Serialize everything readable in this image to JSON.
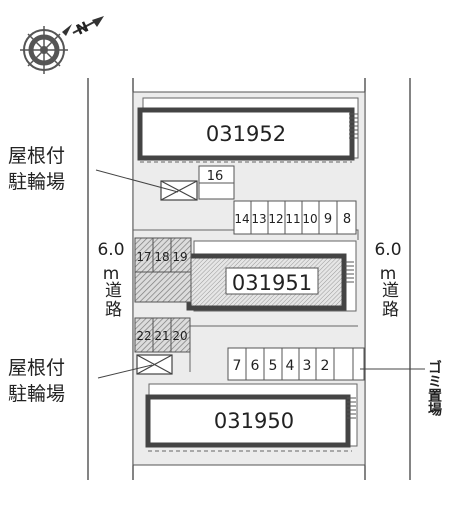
{
  "compass": {
    "label": "N"
  },
  "buildings": [
    {
      "id": "031952",
      "label": "031952"
    },
    {
      "id": "031951",
      "label": "031951"
    },
    {
      "id": "031950",
      "label": "031950"
    }
  ],
  "parking_top": [
    "14",
    "13",
    "12",
    "11",
    "10",
    "9",
    "8"
  ],
  "parking_bottom": [
    "7",
    "6",
    "5",
    "4",
    "3",
    "2"
  ],
  "parking_16": "16",
  "bike_top": [
    "17",
    "18",
    "19"
  ],
  "bike_bottom": [
    "22",
    "21",
    "20"
  ],
  "roof_bike_label": [
    "屋根付",
    "駐輪場"
  ],
  "road_left": {
    "width": "6.0",
    "unit": "m",
    "name": "道路"
  },
  "road_right": {
    "width": "6.0",
    "unit": "m",
    "name": "道路"
  },
  "garbage_label": "ゴミ置場",
  "colors": {
    "line": "#333333",
    "hatch": "#888888",
    "lot": "#ececec",
    "bg": "#ffffff"
  }
}
